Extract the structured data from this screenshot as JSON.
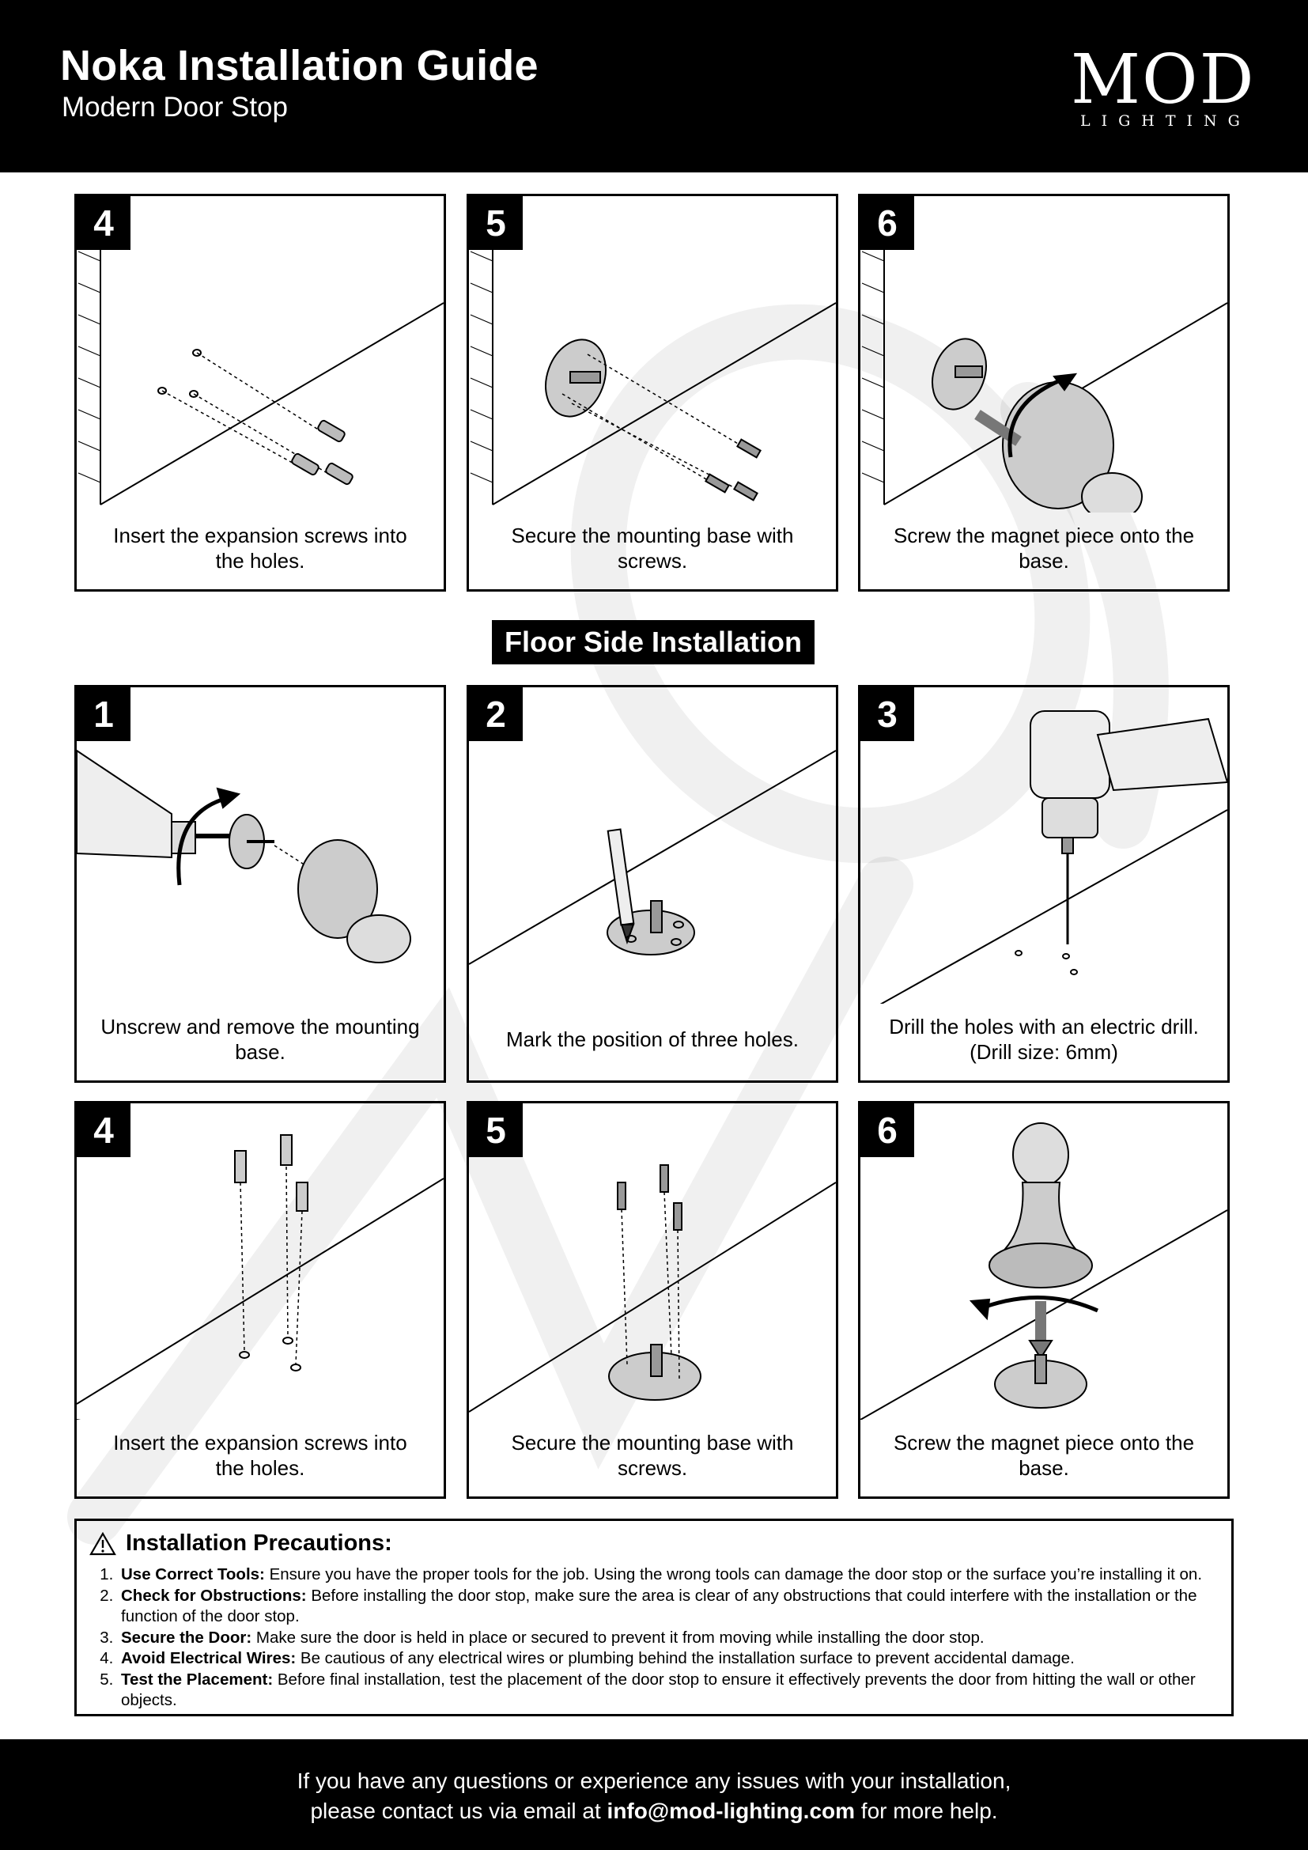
{
  "header": {
    "title": "Noka Installation Guide",
    "subtitle": "Modern Door Stop",
    "logo_main": "MOD",
    "logo_sub": "LIGHTING"
  },
  "wall_steps": [
    {
      "number": "4",
      "caption": "Insert the expansion screws into\nthe holes."
    },
    {
      "number": "5",
      "caption": "Secure the mounting base with screws."
    },
    {
      "number": "6",
      "caption": "Screw the magnet piece onto the base."
    }
  ],
  "floor_section_title": "Floor Side Installation",
  "floor_steps": [
    {
      "number": "1",
      "caption": "Unscrew and remove the mounting\nbase."
    },
    {
      "number": "2",
      "caption": "Mark the position of three holes."
    },
    {
      "number": "3",
      "caption": "Drill the holes with an electric drill.\n(Drill size: 6mm)"
    },
    {
      "number": "4",
      "caption": "Insert the expansion screws into\nthe holes."
    },
    {
      "number": "5",
      "caption": "Secure the mounting base with screws."
    },
    {
      "number": "6",
      "caption": "Screw the magnet piece onto the base."
    }
  ],
  "precautions": {
    "title": "Installation Precautions:",
    "items": [
      {
        "label": "Use Correct Tools:",
        "text": " Ensure you have the proper tools for the job. Using the wrong tools can damage the door stop or the surface you’re installing it on."
      },
      {
        "label": "Check for Obstructions:",
        "text": " Before installing the door stop, make sure the area is clear of any obstructions that could interfere with the installation or the function of the door stop."
      },
      {
        "label": "Secure the Door:",
        "text": " Make sure the door is held in place or secured to prevent it from moving while installing the door stop."
      },
      {
        "label": "Avoid Electrical Wires:",
        "text": " Be cautious of any electrical wires or plumbing behind the installation surface to prevent accidental damage."
      },
      {
        "label": "Test the Placement:",
        "text": " Before final installation, test the placement of the door stop to ensure it effectively prevents the door from hitting the wall or other objects."
      }
    ]
  },
  "footer": {
    "line1": "If you have any questions or experience any issues with your installation,",
    "line2_prefix": "please contact us via email at ",
    "email": "info@mod-lighting.com",
    "line2_suffix": " for more help."
  },
  "icons": {
    "precaution": "warning-triangle-icon"
  }
}
